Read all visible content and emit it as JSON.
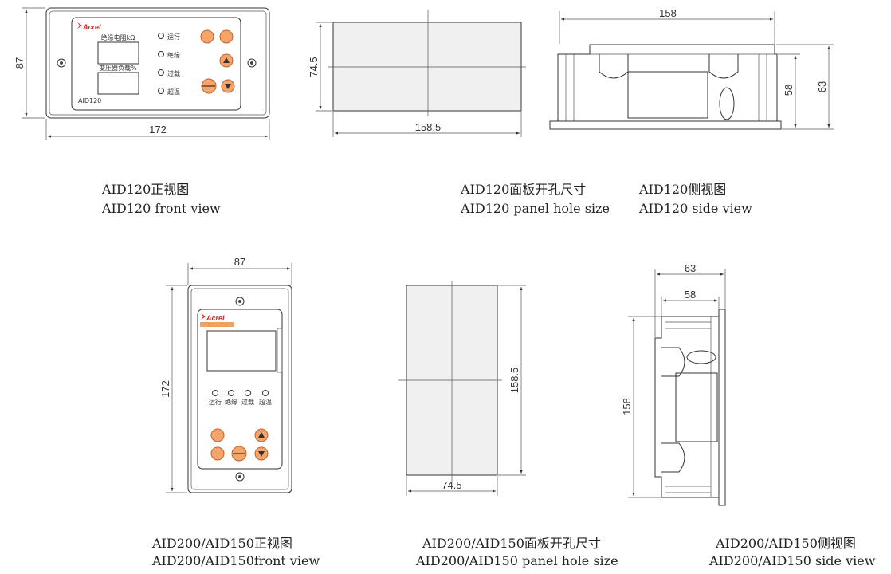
{
  "brand": "Acrel",
  "dims": {
    "aid120_front_height": "87",
    "aid120_front_width": "172",
    "aid120_hole_height": "74.5",
    "aid120_hole_width": "158.5",
    "aid120_side_width": "158",
    "aid120_side_inner": "58",
    "aid120_side_depth": "63",
    "aid200_front_width": "87",
    "aid200_front_height": "172",
    "aid200_hole_height": "158.5",
    "aid200_hole_width": "74.5",
    "aid200_side_depth": "63",
    "aid200_side_inner": "58",
    "aid200_side_height": "158"
  },
  "aid120_panel": {
    "model": "AID120",
    "display1_label": "绝缘电阻kΩ",
    "display2_label": "变压器负载%",
    "indicators": [
      "运行",
      "绝缘",
      "过载",
      "超温"
    ]
  },
  "aid200_panel": {
    "indicators": [
      "运行",
      "绝缘",
      "过载",
      "超温"
    ]
  },
  "captions": {
    "aid120_front_cn": "AID120正视图",
    "aid120_front_en": "AID120 front view",
    "aid120_hole_cn": "AID120面板开孔尺寸",
    "aid120_hole_en": "AID120 panel hole size",
    "aid120_side_cn": "AID120侧视图",
    "aid120_side_en": "AID120 side view",
    "aid200_front_cn": "AID200/AID150正视图",
    "aid200_front_en": "AID200/AID150front view",
    "aid200_hole_cn": "AID200/AID150面板开孔尺寸",
    "aid200_hole_en": "AID200/AID150 panel hole size",
    "aid200_side_cn": "AID200/AID150侧视图",
    "aid200_side_en": "AID200/AID150 side view"
  },
  "colors": {
    "button": "#f5a46a",
    "button_stroke": "#c8612a",
    "brand_red": "#d3262b",
    "label_orange": "#f0a060"
  }
}
